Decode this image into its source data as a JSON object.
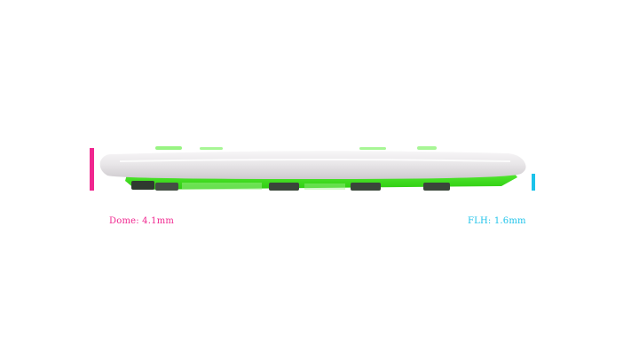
{
  "colors": {
    "dome_marker": "#f0268f",
    "flat_marker": "#1bc2ea",
    "dome_surface": "#e9e7e9",
    "pcb_green": "#3ee81a",
    "switch_dark": "#2f3a2f"
  },
  "captions": {
    "left": "Dome: 4.1mm",
    "right": "FLH: 1.6mm"
  },
  "photo": {
    "subject_icon": "low-profile-device-side-view"
  }
}
